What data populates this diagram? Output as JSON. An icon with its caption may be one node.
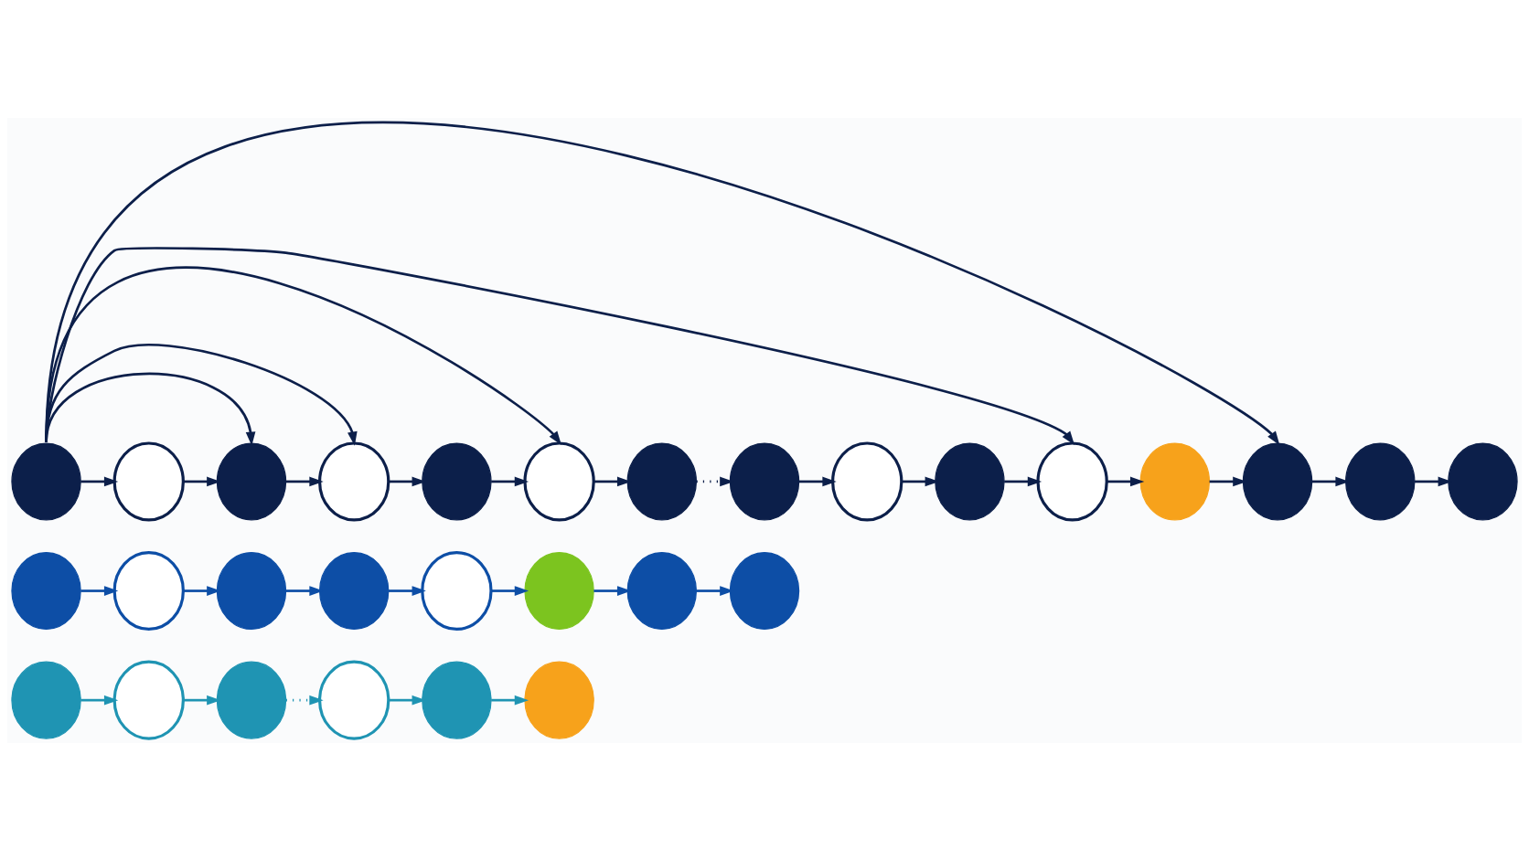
{
  "diagram": {
    "nodes": [
      {
        "text": [],
        "shape": "circle"
      },
      {
        "text": [],
        "shape": "circle"
      },
      {
        "text": [],
        "shape": "circle"
      },
      {
        "text": [],
        "shape": "circle"
      },
      {
        "text": [],
        "shape": "circle"
      },
      {
        "text": [],
        "shape": "circle"
      },
      {
        "text": [],
        "shape": "circle"
      },
      {
        "text": [],
        "shape": "circle"
      },
      {
        "text": [],
        "shape": "circle"
      },
      {
        "text": [],
        "shape": "circle"
      },
      {
        "text": [],
        "shape": "circle"
      },
      {
        "text": [],
        "shape": "circle"
      },
      {
        "text": [],
        "shape": "circle"
      },
      {
        "text": [],
        "shape": "circle"
      },
      {
        "text": [],
        "shape": "circle"
      },
      {
        "text": [],
        "shape": "circle"
      },
      {
        "text": [],
        "shape": "circle"
      },
      {
        "text": [],
        "shape": "circle"
      },
      {
        "text": [],
        "shape": "circle"
      },
      {
        "text": [],
        "shape": "circle"
      },
      {
        "text": [],
        "shape": "circle"
      },
      {
        "text": [],
        "shape": "circle"
      },
      {
        "text": [],
        "shape": "circle"
      },
      {
        "text": [],
        "shape": "circle"
      },
      {
        "text": [],
        "shape": "circle"
      },
      {
        "text": [],
        "shape": "circle"
      },
      {
        "text": [],
        "shape": "circle"
      },
      {
        "text": [],
        "shape": "circle"
      },
      {
        "text": [],
        "shape": "circle"
      }
    ],
    "edges": [
      {
        "from": 0,
        "to": 1,
        "arrow": "to"
      },
      {
        "from": 1,
        "to": 2,
        "arrow": "to"
      },
      {
        "from": 2,
        "to": 3,
        "arrow": "to"
      },
      {
        "from": 3,
        "to": 4,
        "arrow": "to"
      },
      {
        "from": 4,
        "to": 5,
        "arrow": "to"
      },
      {
        "from": 5,
        "to": 6,
        "arrow": "to"
      },
      {
        "from": 6,
        "to": 7,
        "arrow": "to",
        "style": "dashed"
      },
      {
        "from": 7,
        "to": 8,
        "arrow": "to"
      },
      {
        "from": 8,
        "to": 9,
        "arrow": "to"
      },
      {
        "from": 9,
        "to": 10,
        "arrow": "to"
      },
      {
        "from": 10,
        "to": 11,
        "arrow": "to"
      },
      {
        "from": 11,
        "to": 12,
        "arrow": "to"
      },
      {
        "from": 12,
        "to": 13,
        "arrow": "to"
      },
      {
        "from": 13,
        "to": 14,
        "arrow": "to"
      },
      {
        "from": 0,
        "to": 2,
        "arrow": "to"
      },
      {
        "from": 0,
        "to": 3,
        "arrow": "to"
      },
      {
        "from": 0,
        "to": 5,
        "arrow": "to"
      },
      {
        "from": 0,
        "to": 10,
        "arrow": "to"
      },
      {
        "from": 0,
        "to": 12,
        "arrow": "to"
      },
      {
        "from": 15,
        "to": 16,
        "arrow": "to",
        "color": "#0d4ea6"
      },
      {
        "from": 16,
        "to": 17,
        "arrow": "to",
        "color": "#0d4ea6"
      },
      {
        "from": 17,
        "to": 18,
        "arrow": "to",
        "color": "#0d4ea6"
      },
      {
        "from": 18,
        "to": 19,
        "arrow": "to",
        "color": "#0d4ea6"
      },
      {
        "from": 19,
        "to": 20,
        "arrow": "to",
        "color": "#0d4ea6"
      },
      {
        "from": 20,
        "to": 21,
        "arrow": "to",
        "color": "#0d4ea6"
      },
      {
        "from": 21,
        "to": 22,
        "arrow": "to",
        "color": "#0d4ea6"
      },
      {
        "from": 23,
        "to": 24,
        "arrow": "to",
        "color": "#1f94b3"
      },
      {
        "from": 24,
        "to": 25,
        "arrow": "to",
        "color": "#1f94b3"
      },
      {
        "from": 25,
        "to": 26,
        "arrow": "to",
        "style": "dashed",
        "color": "#1f94b3"
      },
      {
        "from": 26,
        "to": 27,
        "arrow": "to",
        "color": "#1f94b3"
      },
      {
        "from": 27,
        "to": 28,
        "arrow": "to",
        "color": "#1f94b3"
      }
    ]
  }
}
